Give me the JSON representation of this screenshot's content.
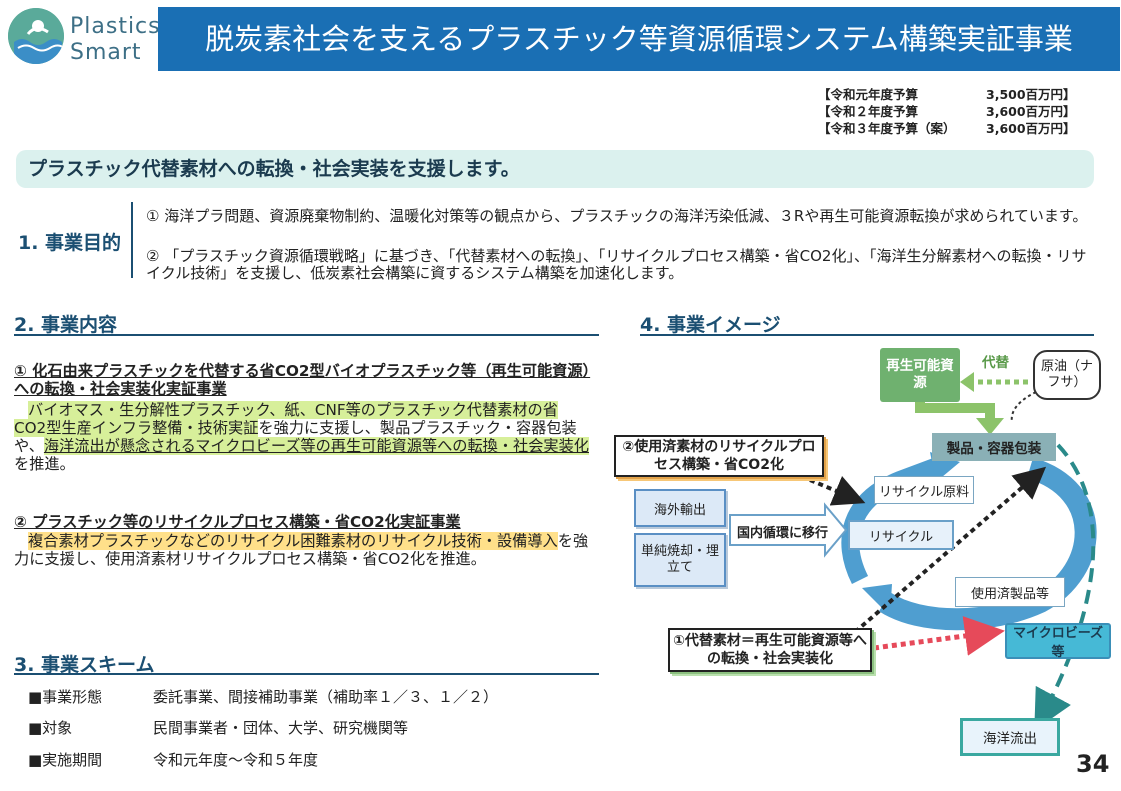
{
  "header": {
    "logo_line1": "Plastics",
    "logo_line2": "Smart",
    "title": "脱炭素社会を支えるプラスチック等資源循環システム構築実証事業"
  },
  "budget": [
    {
      "label": "【令和元年度予算",
      "amount": "3,500百万円】"
    },
    {
      "label": "【令和２年度予算",
      "amount": "3,600百万円】"
    },
    {
      "label": "【令和３年度予算（案）",
      "amount": "3,600百万円】"
    }
  ],
  "banner": "プラスチック代替素材への転換・社会実装を支援します。",
  "section1": {
    "heading": "1. 事業目的",
    "item1": "①  海洋プラ問題、資源廃棄物制約、温暖化対策等の観点から、プラスチックの海洋汚染低減、３Rや再生可能資源転換が求められています。",
    "item2": "②  「プラスチック資源循環戦略」に基づき、「代替素材への転換」、「リサイクルプロセス構築・省CO2化」、「海洋生分解素材への転換・リサイクル技術」を支援し、低炭素社会構築に資するシステム構築を加速化します。"
  },
  "section2": {
    "heading": "2. 事業内容",
    "item1_title": "①   化石由来プラスチックを代替する省CO2型バイオプラスチック等（再生可能資源）への転換・社会実装化実証事業",
    "item1_body_a": "バイオマス・生分解性プラスチック、紙、CNF等のプラスチック代替素材の省CO2型生産インフラ整備・技術実証",
    "item1_body_b": "を強力に支援し、製品プラスチック・容器包装や、",
    "item1_body_c": "海洋流出が懸念されるマイクロビーズ等の再生可能資源等への転換・社会実装化",
    "item1_body_d": "を推進。",
    "item2_title": "②   プラスチック等のリサイクルプロセス構築・省CO2化実証事業",
    "item2_body_a": "複合素材プラスチックなどのリサイクル困難素材のリサイクル技術・設備導入",
    "item2_body_b": "を強力に支援し、使用済素材リサイクルプロセス構築・省CO2化を推進。"
  },
  "section3": {
    "heading": "3. 事業スキーム",
    "rows": [
      {
        "label": "■事業形態",
        "value": "委託事業、間接補助事業（補助率１／３、１／２）"
      },
      {
        "label": "■対象",
        "value": "民間事業者・団体、大学、研究機関等"
      },
      {
        "label": "■実施期間",
        "value": "令和元年度～令和５年度"
      }
    ]
  },
  "section4": {
    "heading": "4. 事業イメージ",
    "renewable": "再生可能資源",
    "daitai": "代替",
    "crude_oil": "原油（ナフサ）",
    "product": "製品・容器包装",
    "recycle_material": "リサイクル原料",
    "recycle": "リサイクル",
    "used_products": "使用済製品等",
    "microbeads": "マイクロビーズ等",
    "ocean_outflow": "海洋流出",
    "export": "海外輸出",
    "burn": "単純焼却・埋立て",
    "domestic": "国内循環に移行",
    "note2": "②使用済素材のリサイクルプロセス構築・省CO2化",
    "note1": "①代替素材＝再生可能資源等への転換・社会実装化"
  },
  "page_number": "34",
  "colors": {
    "title_bar": "#1a6fb4",
    "banner_bg": "#dbf1ee",
    "heading": "#1b4f72",
    "highlight_green": "#d7ef9a",
    "highlight_yellow": "#ffe08a",
    "cycle_arrow": "#4f9ed0",
    "renewable_box": "#6fb16f",
    "micro_box": "#46b9d6"
  }
}
